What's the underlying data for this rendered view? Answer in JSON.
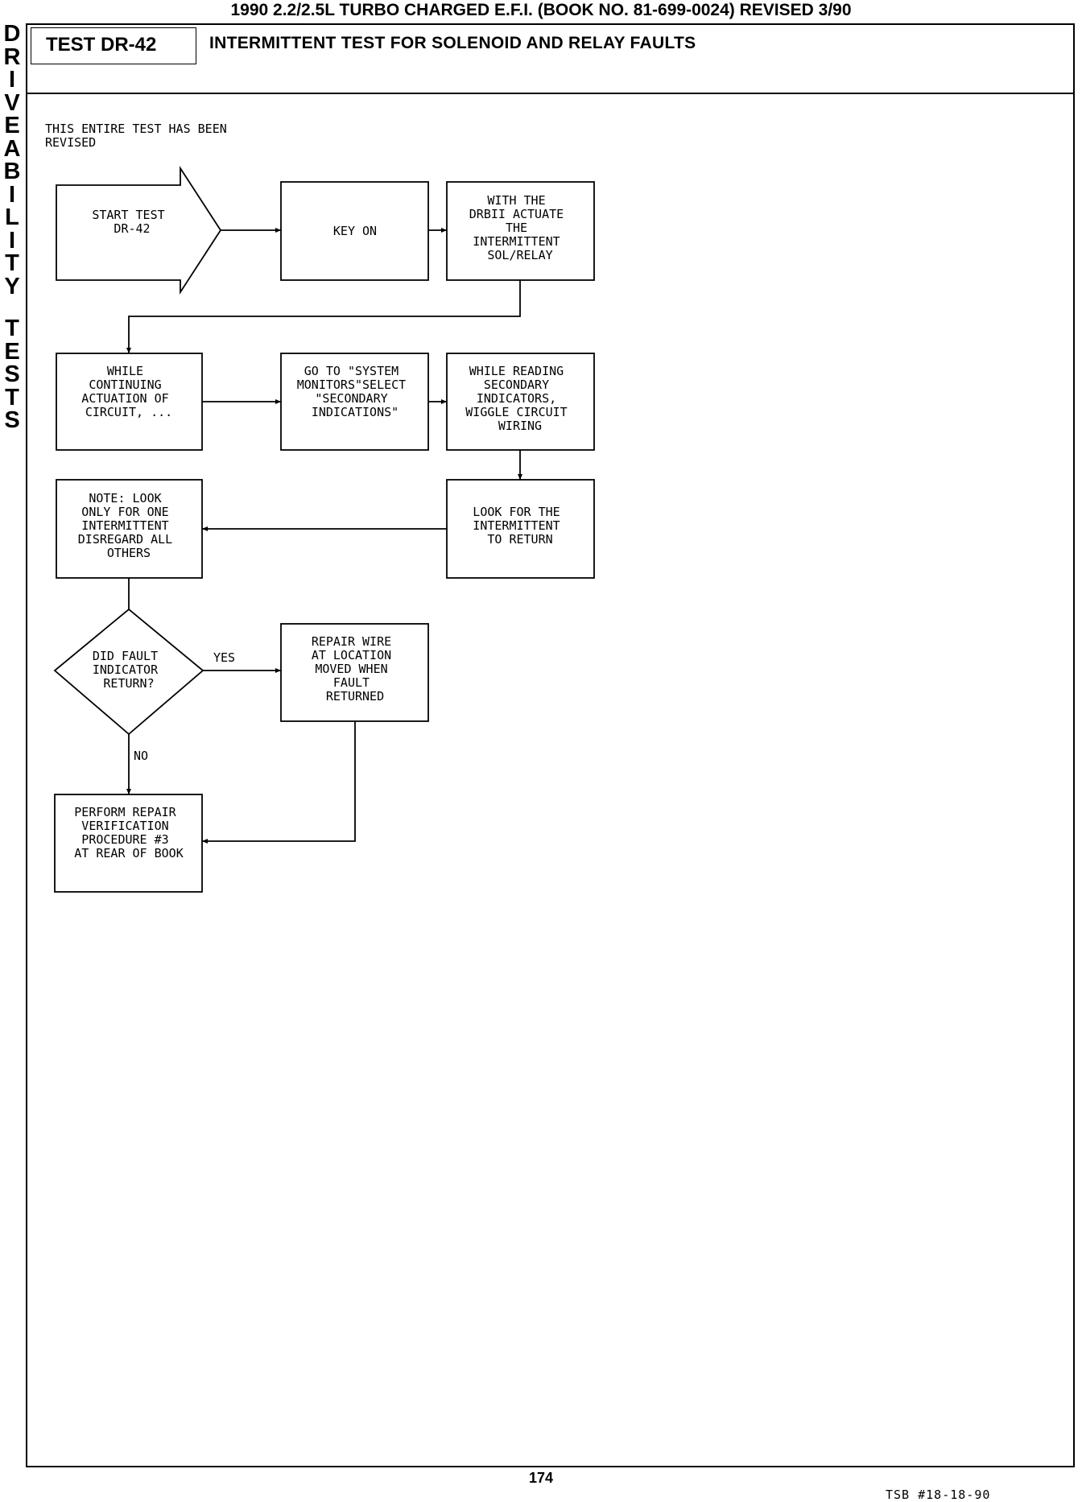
{
  "header": "1990 2.2/2.5L TURBO CHARGED E.F.I.   (BOOK NO. 81-699-0024) REVISED 3/90",
  "side_label": {
    "word1": [
      "D",
      "R",
      "I",
      "V",
      "E",
      "A",
      "B",
      "I",
      "L",
      "I",
      "T",
      "Y"
    ],
    "word2": [
      "T",
      "E",
      "S",
      "T",
      "S"
    ]
  },
  "test_id": "TEST DR-42",
  "test_title": "INTERMITTENT TEST FOR SOLENOID AND RELAY FAULTS",
  "revised_note": [
    "THIS ENTIRE TEST HAS BEEN",
    "REVISED"
  ],
  "flow": {
    "start": [
      "START TEST",
      "DR-42"
    ],
    "key_on": [
      "KEY ON"
    ],
    "actuate": [
      "WITH THE",
      "DRBII ACTUATE",
      "THE",
      "INTERMITTENT",
      "SOL/RELAY"
    ],
    "while_continuing": [
      "WHILE",
      "CONTINUING",
      "ACTUATION OF",
      "CIRCUIT, ..."
    ],
    "goto_monitors": [
      "GO TO \"SYSTEM",
      "MONITORS\"SELECT",
      "\"SECONDARY",
      "INDICATIONS\""
    ],
    "while_reading": [
      "WHILE READING",
      "SECONDARY",
      "INDICATORS,",
      "WIGGLE CIRCUIT",
      "WIRING"
    ],
    "note": [
      "NOTE: LOOK",
      "ONLY FOR ONE",
      "INTERMITTENT",
      "DISREGARD ALL",
      "OTHERS"
    ],
    "look_for": [
      "LOOK FOR THE",
      "INTERMITTENT",
      "TO RETURN"
    ],
    "decision": [
      "DID FAULT",
      "INDICATOR",
      "RETURN?"
    ],
    "yes_label": "YES",
    "no_label": "NO",
    "repair_wire": [
      "REPAIR WIRE",
      "AT LOCATION",
      "MOVED WHEN",
      "FAULT",
      "RETURNED"
    ],
    "perform_repair": [
      "PERFORM REPAIR",
      "VERIFICATION",
      "PROCEDURE #3",
      "",
      "AT REAR OF BOOK"
    ]
  },
  "page_number": "174",
  "tsb": "TSB #18-18-90"
}
